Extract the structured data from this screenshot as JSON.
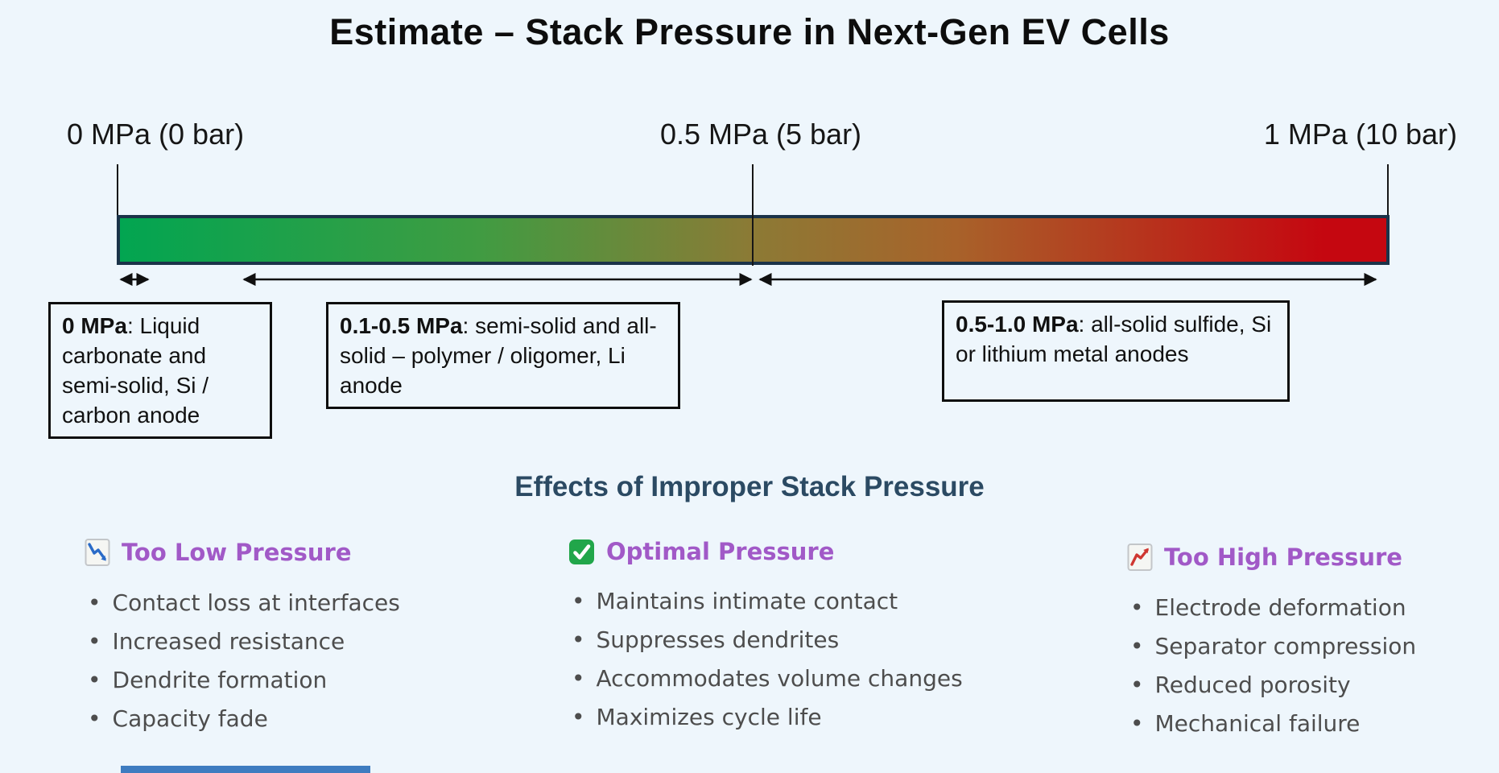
{
  "page": {
    "title": "Estimate – Stack Pressure in Next-Gen EV Cells",
    "background_color": "#eef6fc"
  },
  "pressure_scale": {
    "unit": "MPa",
    "min_label": "0 MPa (0 bar)",
    "mid_label": "0.5 MPa (5 bar)",
    "max_label": "1 MPa (10 bar)",
    "min_value_mpa": 0,
    "mid_value_mpa": 0.5,
    "max_value_mpa": 1,
    "gradient_colors": {
      "low": "#02a551",
      "mid": "#8c7a35",
      "high": "#c50710"
    },
    "bar_border_color": "#1b3349"
  },
  "range_boxes": [
    {
      "bold": "0 MPa",
      "rest": ": Liquid carbonate and semi-solid, Si / carbon anode",
      "range_mpa": [
        0,
        0
      ]
    },
    {
      "bold": "0.1-0.5 MPa",
      "rest": ": semi-solid and all-solid – polymer / oligomer, Li anode",
      "range_mpa": [
        0.1,
        0.5
      ]
    },
    {
      "bold": "0.5-1.0 MPa",
      "rest": ": all-solid sulfide, Si or lithium metal anodes",
      "range_mpa": [
        0.5,
        1.0
      ]
    }
  ],
  "effects": {
    "heading": "Effects of Improper Stack Pressure",
    "heading_color": "#2b4a63",
    "title_color": "#a159c7",
    "columns": [
      {
        "icon": "chart-decreasing-icon",
        "title": "Too Low Pressure",
        "items": [
          "Contact loss at interfaces",
          "Increased resistance",
          "Dendrite formation",
          "Capacity fade"
        ]
      },
      {
        "icon": "check-mark-icon",
        "title": "Optimal Pressure",
        "items": [
          "Maintains intimate contact",
          "Suppresses dendrites",
          "Accommodates volume changes",
          "Maximizes cycle life"
        ]
      },
      {
        "icon": "chart-increasing-icon",
        "title": "Too High Pressure",
        "items": [
          "Electrode deformation",
          "Separator compression",
          "Reduced porosity",
          "Mechanical failure"
        ]
      }
    ]
  },
  "misc": {
    "bottom_fragment_color": "#3e7cc0",
    "bullet_text_color": "#4d4d4d"
  }
}
